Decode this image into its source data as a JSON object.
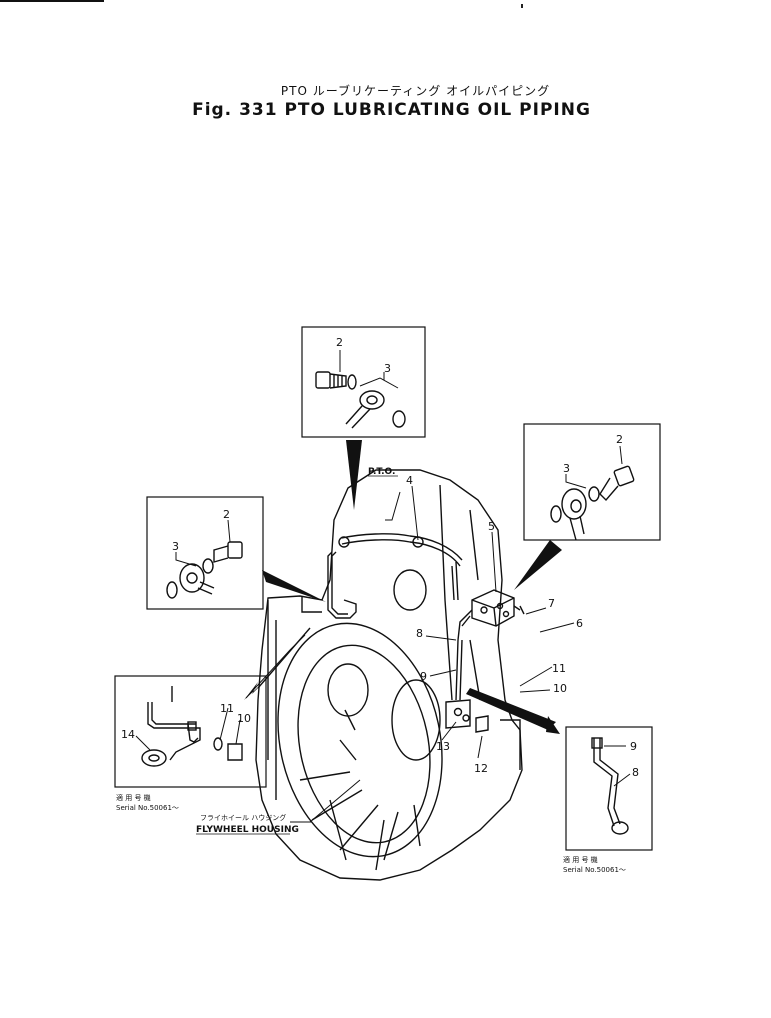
{
  "header": {
    "title_jp": "PTO ルーブリケーティング オイルパイピング",
    "title_en": "Fig. 331 PTO LUBRICATING OIL PIPING"
  },
  "labels": {
    "pto": "P.T.O.",
    "flywheel_jp": "フライホイール ハウジング",
    "flywheel_en": "FLYWHEEL HOUSING",
    "serial_jp_left": "適 用 号 機",
    "serial_left": "Serial No.50061～",
    "serial_jp_right": "適 用 号 機",
    "serial_right": "Serial No.50061～"
  },
  "callouts": {
    "top_box": [
      "2",
      "3"
    ],
    "right_box": [
      "2",
      "3"
    ],
    "left_box": [
      "2",
      "3"
    ],
    "main": [
      "4",
      "5",
      "6",
      "7",
      "8",
      "9",
      "10",
      "11",
      "12",
      "13"
    ],
    "bottom_left_box": [
      "14",
      "11",
      "10"
    ],
    "bottom_right_box": [
      "9",
      "8"
    ]
  }
}
